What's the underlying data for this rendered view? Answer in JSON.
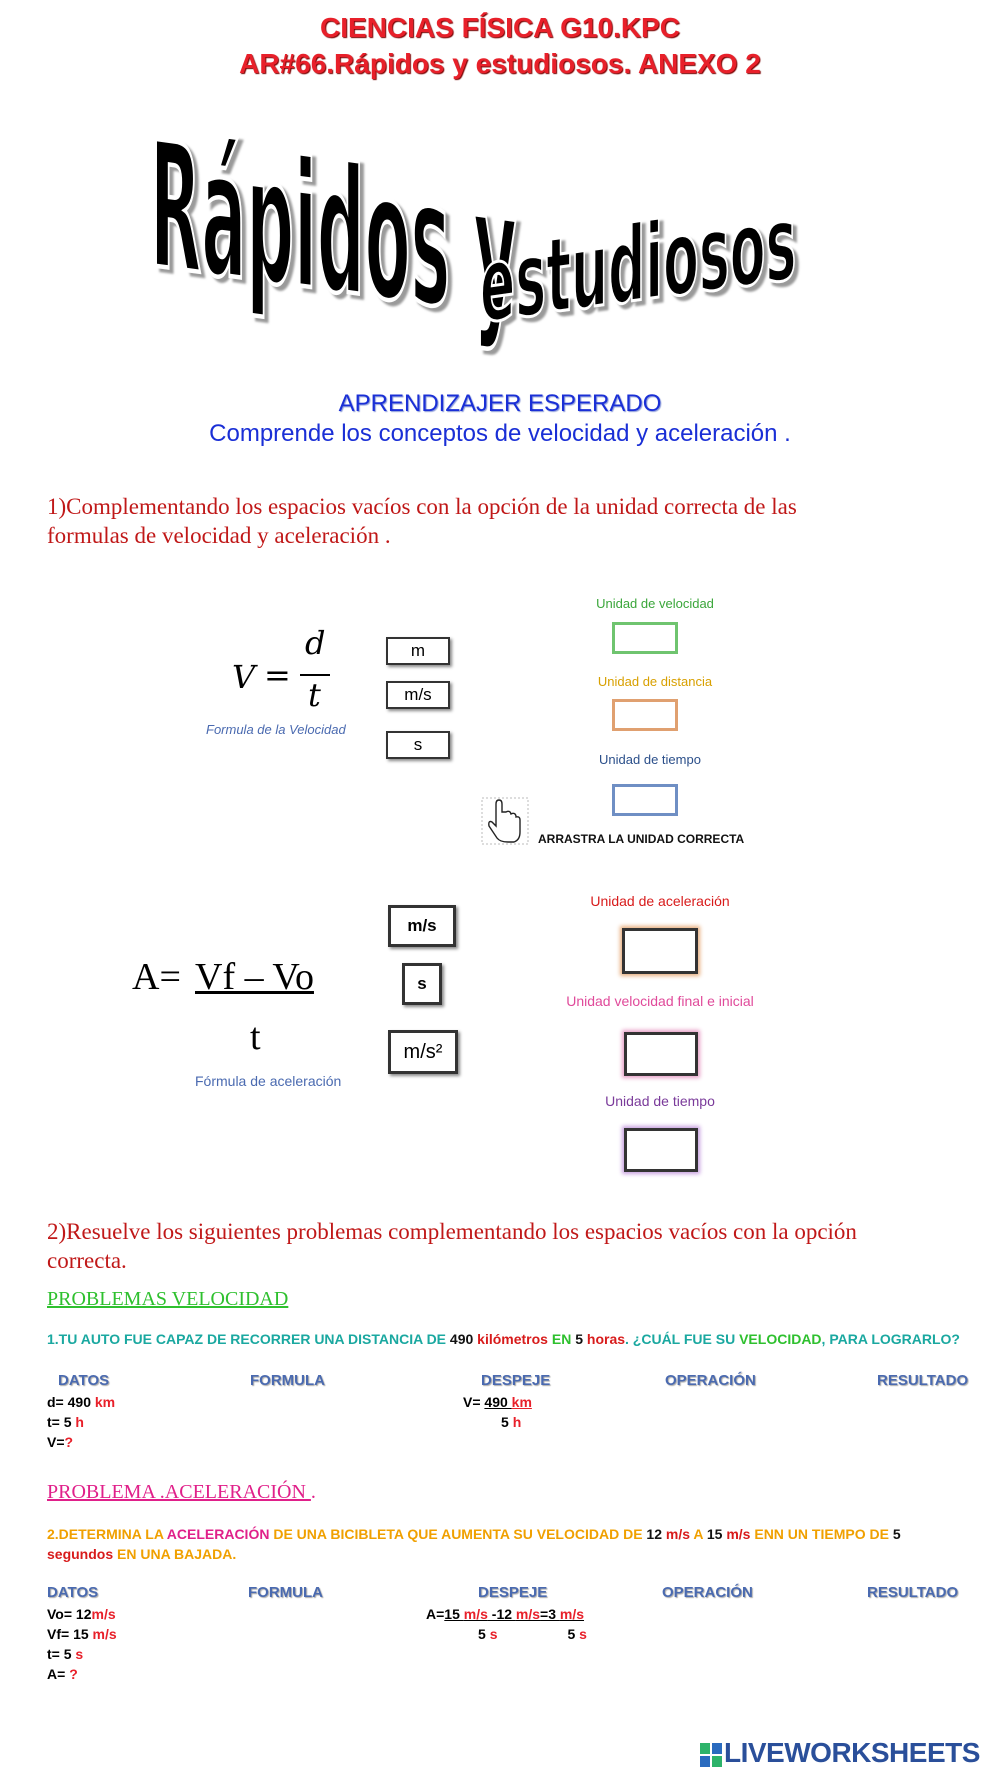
{
  "header": {
    "line1": "CIENCIAS FÍSICA  G10.KPC",
    "line2": "AR#66.Rápidos y estudiosos. ANEXO 2"
  },
  "banner": {
    "word1": "Rápidos y",
    "word2": "estudiosos"
  },
  "aprendizaje": {
    "title": "APRENDIZAJER ESPERADO",
    "text": "Comprende los conceptos de velocidad y aceleración ."
  },
  "q1": {
    "line1": "1)Complementando los espacios vacíos con la opción de la unidad correcta de las",
    "line2": "formulas de velocidad y aceleración  ."
  },
  "velocity": {
    "lhs": "V",
    "eq": "=",
    "num": "d",
    "den": "t",
    "caption": "Formula de la Velocidad",
    "options": [
      "m",
      "m/s",
      "s"
    ],
    "targets": [
      {
        "label": "Unidad de velocidad",
        "color": "#3aa63a"
      },
      {
        "label": "Unidad de distancia",
        "color": "#d8a000"
      },
      {
        "label": "Unidad de tiempo",
        "color": "#2b4f8a"
      }
    ],
    "drag_hint": "ARRASTRA LA UNIDAD CORRECTA"
  },
  "acceleration": {
    "lhs": "A=",
    "num": "Vf – Vo",
    "den": "t",
    "caption": "Fórmula de aceleración",
    "options": [
      "m/s",
      "s",
      "m/s²"
    ],
    "targets": [
      {
        "label": "Unidad de aceleración",
        "color": "#d81b1b"
      },
      {
        "label": "Unidad velocidad final e inicial",
        "color": "#e04a9a"
      },
      {
        "label": "Unidad de tiempo",
        "color": "#7a3a9a"
      }
    ]
  },
  "q2": {
    "line1": "2)Resuelve los siguientes problemas complementando los espacios vacíos con la opción",
    "line2": "correcta."
  },
  "prob_vel": {
    "heading": "PROBLEMAS  VELOCIDAD",
    "statement": {
      "a": "1.TU AUTO FUE CAPAZ DE RECORRER  UNA DISTANCIA DE ",
      "b": "490",
      "c": " kilómetros",
      "d": " EN ",
      "e": "5",
      "f": " horas",
      "g": ". ¿CUÁL FUE SU ",
      "h": "VELOCIDAD",
      "i": ", PARA LOGRARLO?"
    },
    "columns": [
      "DATOS",
      "FORMULA",
      "DESPEJE",
      "OPERACIÓN",
      "RESULTADO"
    ],
    "datos": {
      "d_label": "d= 490 ",
      "d_unit": "km",
      "t_label": "t= 5 ",
      "t_unit": "h",
      "v_label": "V=",
      "v_unit": "?"
    },
    "despeje": {
      "v": "V= ",
      "num": "490 ",
      "num_unit": "km",
      "den": "5 ",
      "den_unit": "h"
    }
  },
  "prob_acc": {
    "heading": "PROBLEMA .ACELERACIÓN ",
    "heading_dot": ".",
    "statement": {
      "a": "2.DETERMINA LA ",
      "b": "ACELERACIÓN",
      "c": " DE UNA BICIBLETA QUE AUMENTA SU VELOCIDAD DE ",
      "d": "12 ",
      "e": "m/s",
      "f": " A ",
      "g": "15 ",
      "h": "m/s",
      "i": " ENN UN TIEMPO DE ",
      "j": "5",
      "k": "segundos",
      "l": " EN UNA BAJADA."
    },
    "columns": [
      "DATOS",
      "FORMULA",
      "DESPEJE",
      "OPERACIÓN",
      "RESULTADO"
    ],
    "datos": {
      "vo_label": "Vo= 12",
      "vo_unit": "m/s",
      "vf_label": "Vf= 15 ",
      "vf_unit": "m/s",
      "t_label": "t= 5 ",
      "t_unit": "s",
      "a_label": "A= ",
      "a_unit": "?"
    },
    "despeje": {
      "a": "A=",
      "n1": "15 ",
      "u1": "m/s",
      "mid": " -12 ",
      "u2": "m/s",
      "eq": "=3 ",
      "u3": "m/s",
      "d1": "5 ",
      "du1": "s",
      "d2": "5 ",
      "du2": "s"
    }
  },
  "footer": {
    "brand": "LIVEWORKSHEETS"
  }
}
